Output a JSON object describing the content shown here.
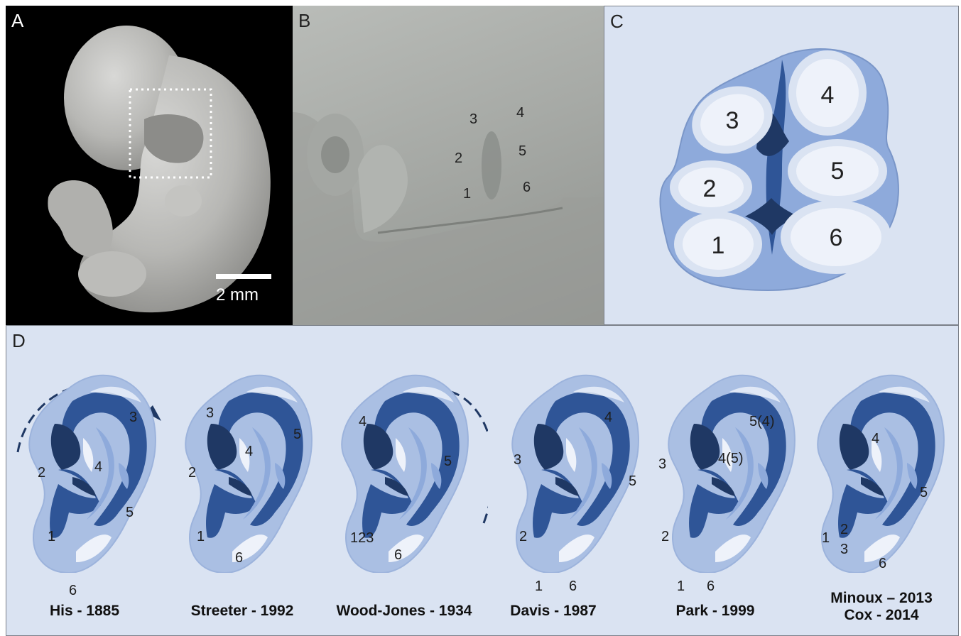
{
  "panels": {
    "a": {
      "letter": "A",
      "scale_label": "2 mm"
    },
    "b": {
      "letter": "B",
      "hillocks": [
        "1",
        "2",
        "3",
        "4",
        "5",
        "6"
      ]
    },
    "c": {
      "letter": "C",
      "hillocks": [
        "1",
        "2",
        "3",
        "4",
        "5",
        "6"
      ]
    },
    "d": {
      "letter": "D"
    }
  },
  "ears": [
    {
      "caption_lines": [
        "His - 1885"
      ],
      "labels": [
        "3",
        "2",
        "4",
        "5",
        "1",
        "6"
      ],
      "arrow": "clockwise"
    },
    {
      "caption_lines": [
        "Streeter - 1992"
      ],
      "labels": [
        "3",
        "5",
        "4",
        "2",
        "1",
        "6"
      ],
      "arrow": "none"
    },
    {
      "caption_lines": [
        "Wood-Jones - 1934"
      ],
      "labels": [
        "4",
        "5",
        "123",
        "6"
      ],
      "arrow": "counterclockwise"
    },
    {
      "caption_lines": [
        "Davis - 1987"
      ],
      "labels": [
        "4",
        "3",
        "5",
        "2",
        "1",
        "6"
      ],
      "arrow": "none"
    },
    {
      "caption_lines": [
        "Park - 1999"
      ],
      "labels": [
        "5(4)",
        "3",
        "4(5)",
        "2",
        "1",
        "6"
      ],
      "arrow": "none"
    },
    {
      "caption_lines": [
        "Minoux – 2013",
        "Cox - 2014"
      ],
      "labels": [
        "4",
        "5",
        "1",
        "2",
        "3",
        "6"
      ],
      "arrow": "none"
    }
  ],
  "colors": {
    "light_blue": "#dae3f2",
    "mid_blue": "#8eaadb",
    "dark_blue": "#2f5597",
    "darkest_blue": "#1f3864"
  }
}
